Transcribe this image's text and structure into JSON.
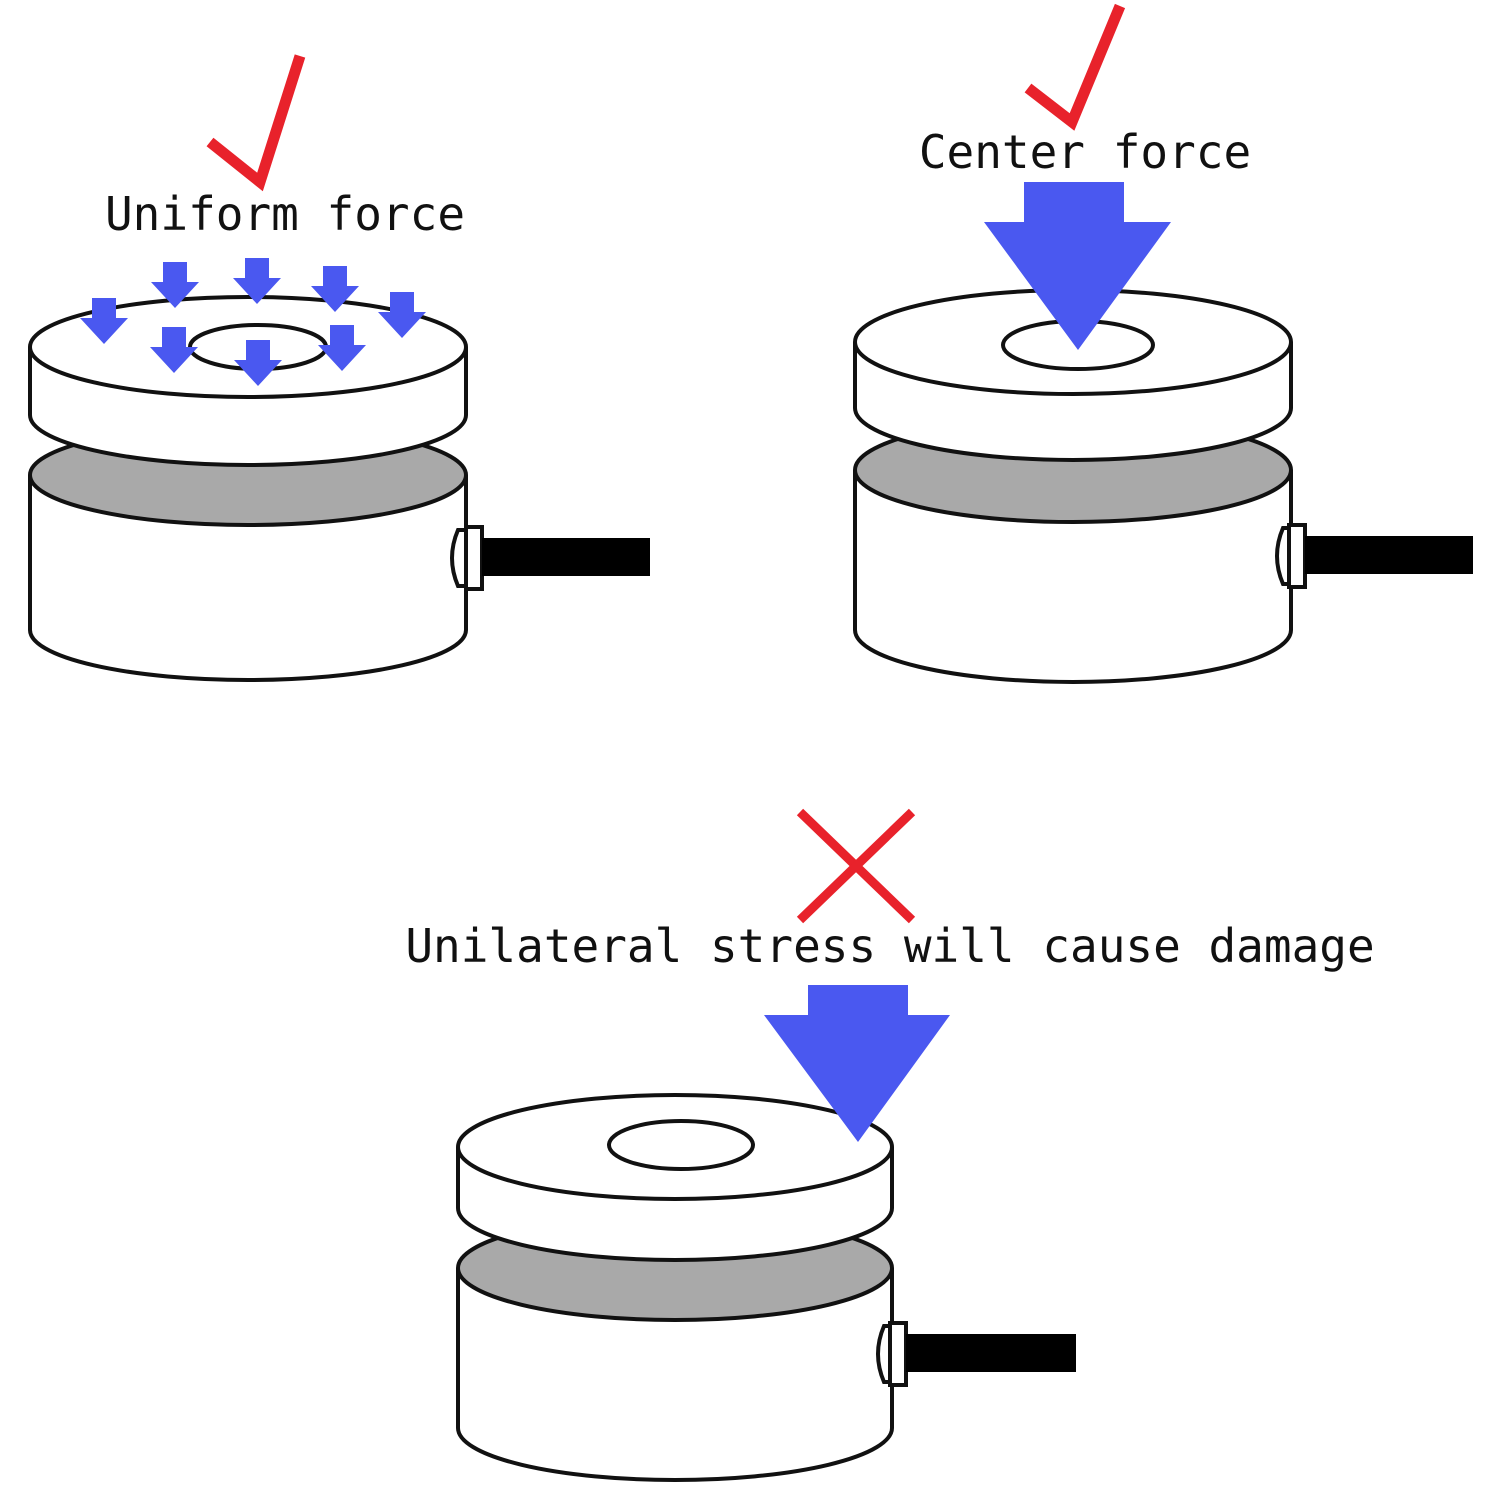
{
  "panels": [
    {
      "id": "uniform",
      "label": "Uniform force",
      "verdict": "correct",
      "verdict_icon": "check-mark-icon",
      "force_icon": "down-arrow-icon"
    },
    {
      "id": "center",
      "label": "Center force",
      "verdict": "correct",
      "verdict_icon": "check-mark-icon",
      "force_icon": "down-arrow-icon"
    },
    {
      "id": "unilateral",
      "label": "Unilateral stress will cause damage",
      "verdict": "incorrect",
      "verdict_icon": "cross-mark-icon",
      "force_icon": "down-arrow-icon"
    }
  ],
  "colors": {
    "verdict_mark": "#e8222b",
    "force_arrow": "#4a58f0",
    "groove": "#a9a9a9",
    "outline": "#111111",
    "cable": "#000000",
    "body_fill": "#ffffff"
  }
}
